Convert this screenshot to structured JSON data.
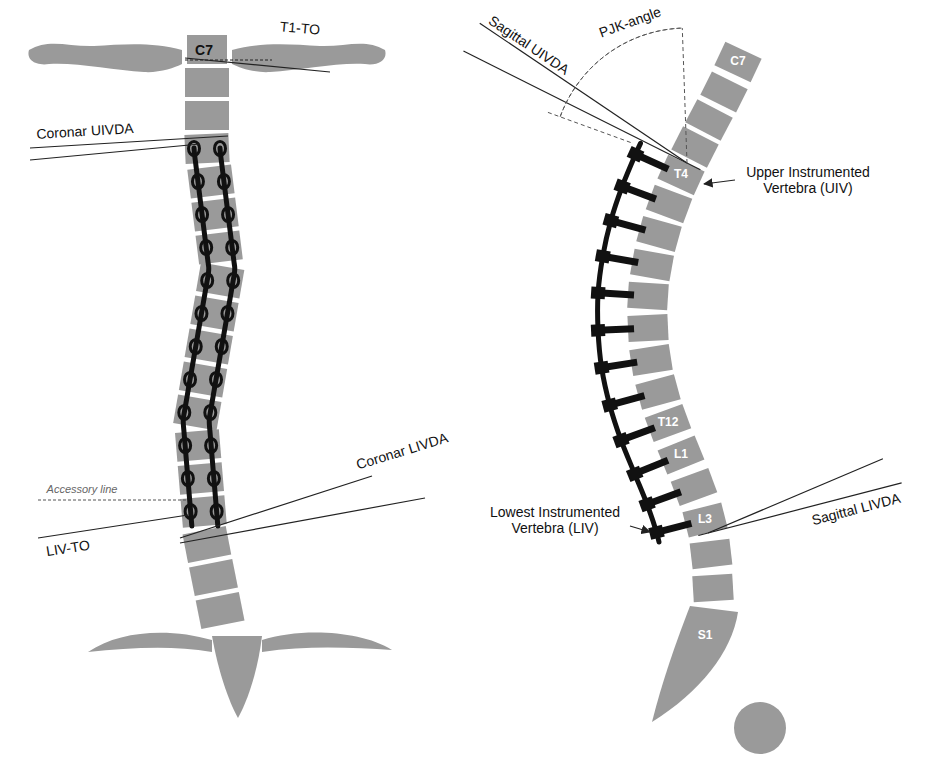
{
  "diagram": {
    "labels": [
      "C7",
      "T1-TO",
      "PJK-angle",
      "Sagittal UIVDA",
      "C7",
      "Coronar UIVDA",
      "T4",
      "Upper Instrumented Vertebra (UIV)",
      "T12",
      "L1",
      "Accessory line",
      "LIV-TO",
      "Coronar LIVDA",
      "Lowest Instrumented Vertebra (LIV)",
      "L3",
      "Sagittal LIVDA",
      "S1"
    ]
  }
}
